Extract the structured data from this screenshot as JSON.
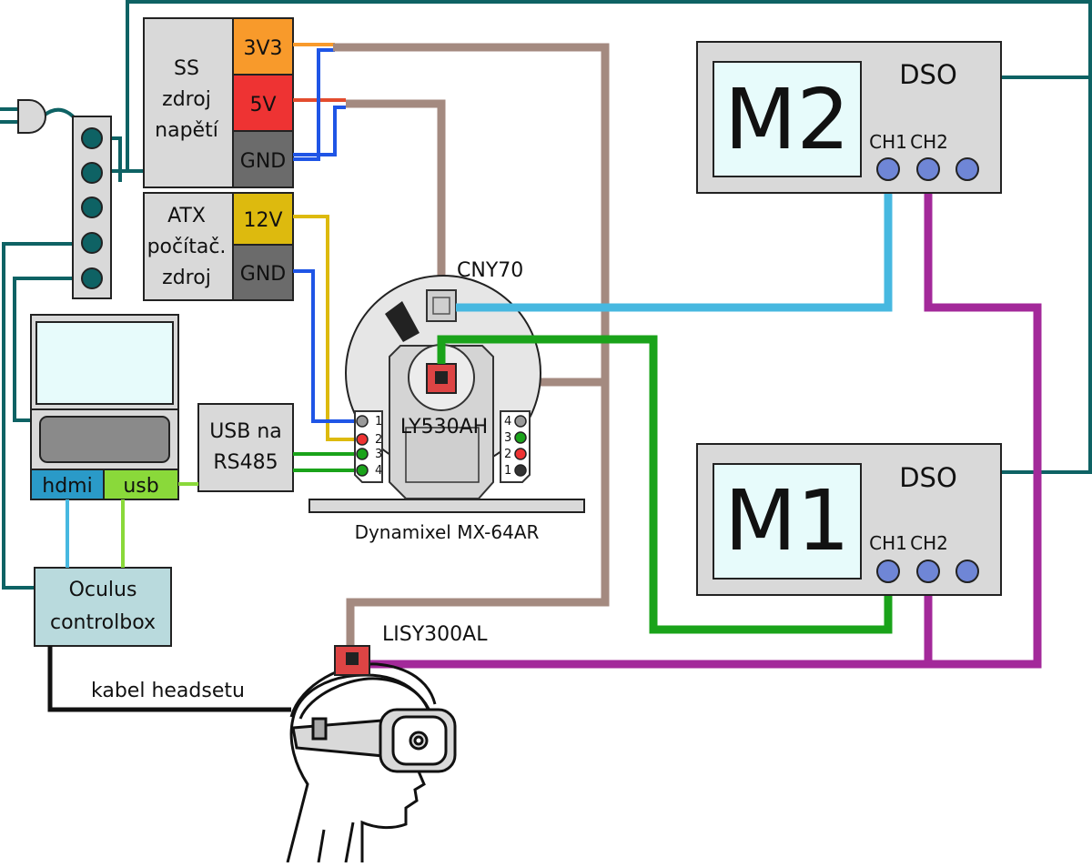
{
  "power_supply": {
    "title_lines": [
      "SS",
      "zdroj",
      "napětí"
    ],
    "outputs": [
      {
        "label": "3V3",
        "color": "#f89a2b"
      },
      {
        "label": "5V",
        "color": "#ee3333"
      },
      {
        "label": "GND",
        "color": "#6b6b6b"
      }
    ]
  },
  "atx_supply": {
    "title_lines": [
      "ATX",
      "počítač.",
      "zdroj"
    ],
    "outputs": [
      {
        "label": "12V",
        "color": "#ddba0e"
      },
      {
        "label": "GND",
        "color": "#6b6b6b"
      }
    ]
  },
  "usb_converter": {
    "lines": [
      "USB na",
      "RS485"
    ]
  },
  "computer": {
    "ports": [
      {
        "label": "hdmi",
        "color": "#2a9ac8"
      },
      {
        "label": "usb",
        "color": "#8ad93a"
      }
    ]
  },
  "oculus": {
    "lines": [
      "Oculus",
      "controlbox"
    ]
  },
  "headset_cable": "kabel headsetu",
  "sensors": {
    "cny70": "CNY70",
    "ly530ah": "LY530AH",
    "lisy300al": "LISY300AL"
  },
  "servo": {
    "label": "Dynamixel MX-64AR",
    "connector_left": [
      "1",
      "2",
      "3",
      "4"
    ],
    "connector_right": [
      "4",
      "3",
      "2",
      "1"
    ]
  },
  "scopes": [
    {
      "id": "m2",
      "title": "DSO",
      "name": "M2",
      "channels": [
        "CH1",
        "CH2"
      ]
    },
    {
      "id": "m1",
      "title": "DSO",
      "name": "M1",
      "channels": [
        "CH1",
        "CH2"
      ]
    }
  ],
  "colors": {
    "mains": "#0e6264",
    "brown": "#a48a80",
    "cyan": "#47b8e0",
    "green": "#1aa31a",
    "purple": "#a3299a",
    "light_green": "#8ad93a",
    "blue": "#1f55e6",
    "panel": "#d9d9d9",
    "screen": "#e7fbfb",
    "board": "#dd4444",
    "oculus_box": "#b9dadd"
  }
}
